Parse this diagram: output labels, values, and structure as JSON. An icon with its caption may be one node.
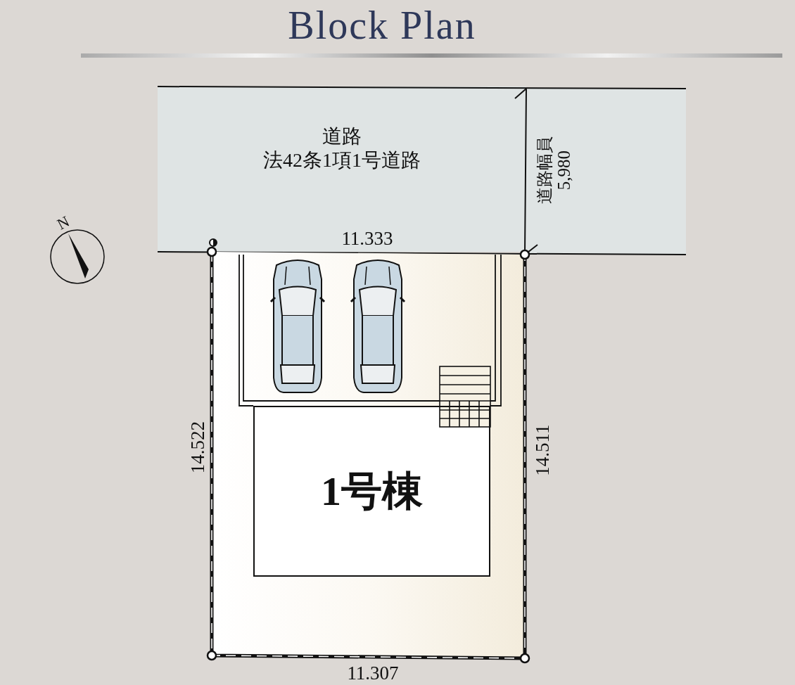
{
  "diagram": {
    "title": "Block Plan",
    "nodes": [
      {
        "text": [
          "道路",
          "法42条1項1号道路"
        ]
      },
      {
        "text": [
          "1号棟"
        ]
      }
    ],
    "labels": [
      "N",
      "11.333",
      "道路幅員",
      "5,980",
      "14.522",
      "14.511",
      "11.307"
    ]
  }
}
